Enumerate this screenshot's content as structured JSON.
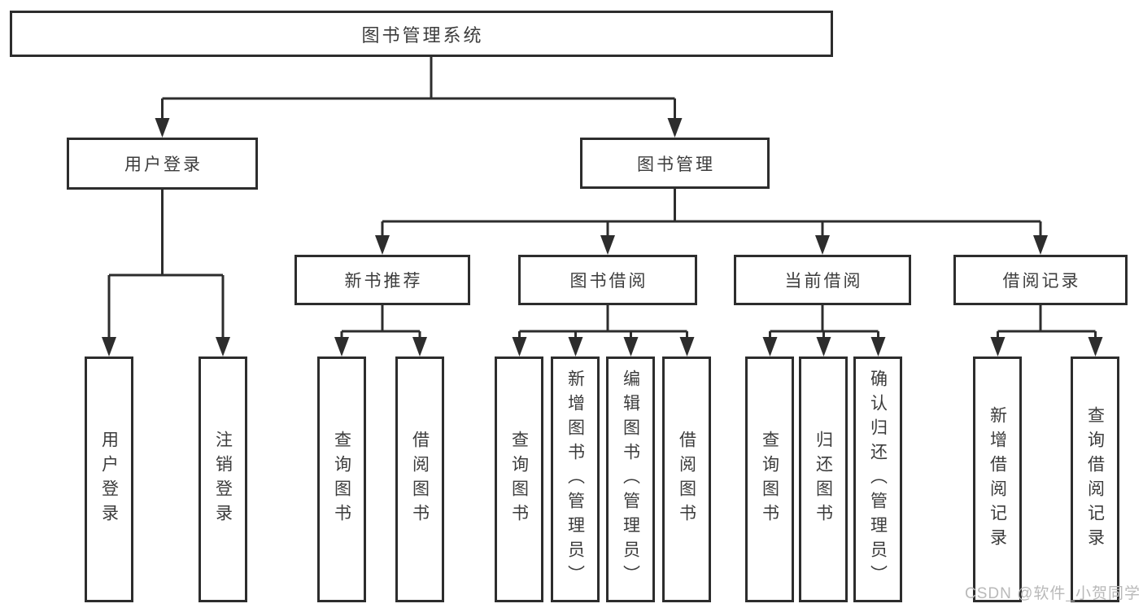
{
  "tree": {
    "label": "图书管理系统",
    "children": [
      {
        "label": "用户登录",
        "children": [
          {
            "label": "用户登录"
          },
          {
            "label": "注销登录"
          }
        ]
      },
      {
        "label": "图书管理",
        "children": [
          {
            "label": "新书推荐",
            "children": [
              {
                "label": "查询图书"
              },
              {
                "label": "借阅图书"
              }
            ]
          },
          {
            "label": "图书借阅",
            "children": [
              {
                "label": "查询图书"
              },
              {
                "label": "新增图书（管理员）"
              },
              {
                "label": "编辑图书（管理员）"
              },
              {
                "label": "借阅图书"
              }
            ]
          },
          {
            "label": "当前借阅",
            "children": [
              {
                "label": "查询图书"
              },
              {
                "label": "归还图书"
              },
              {
                "label": "确认归还（管理员）"
              }
            ]
          },
          {
            "label": "借阅记录",
            "children": [
              {
                "label": "新增借阅记录"
              },
              {
                "label": "查询借阅记录"
              }
            ]
          }
        ]
      }
    ]
  },
  "watermark": "CSDN @软件_小贺同学",
  "colors": {
    "line": "#2d2d2d",
    "box_border": "#2d2d2d",
    "text": "#3c3c3c",
    "watermark": "#b9b9b9",
    "background": "#ffffff"
  }
}
